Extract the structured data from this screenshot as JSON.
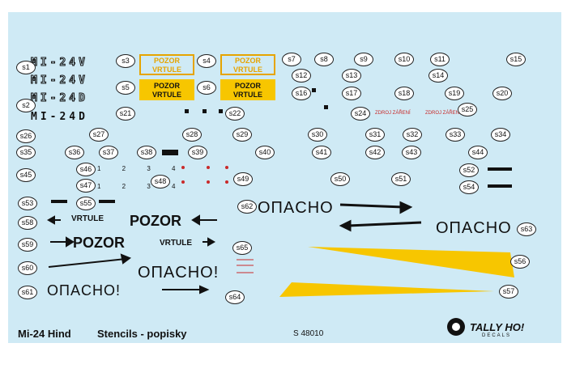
{
  "labels": [
    "s1",
    "s2",
    "s3",
    "s4",
    "s5",
    "s6",
    "s7",
    "s8",
    "s9",
    "s10",
    "s11",
    "s12",
    "s13",
    "s14",
    "s15",
    "s16",
    "s17",
    "s18",
    "s19",
    "s20",
    "s21",
    "s22",
    "s24",
    "s25",
    "s26",
    "s27",
    "s28",
    "s29",
    "s30",
    "s31",
    "s32",
    "s33",
    "s34",
    "s35",
    "s36",
    "s37",
    "s38",
    "s39",
    "s40",
    "s41",
    "s42",
    "s43",
    "s44",
    "s45",
    "s46",
    "s47",
    "s48",
    "s49",
    "s50",
    "s51",
    "s52",
    "s53",
    "s54",
    "s55",
    "s56",
    "s57",
    "s58",
    "s59",
    "s60",
    "s61",
    "s62",
    "s63",
    "s64",
    "s65"
  ],
  "mi_titles": [
    "MI-24V",
    "MI-24V",
    "MI-24D",
    "MI-24D"
  ],
  "pozor_top": "POZOR\nVRTULE",
  "zvp": [
    "ZDROJ ZÁŘENÍ",
    "ZDROJ ZÁŘENÍ"
  ],
  "nums": "1 2 3 4",
  "stencils": {
    "vrtule": "VRTULE",
    "pozor": "POZOR",
    "opacho_1": "OПACHO",
    "opacho_2": "OПACHO",
    "opacho_3": "OПACHO!",
    "opacho_4": "OПACHO!"
  },
  "footer": {
    "title": "Mi-24 Hind",
    "subtitle": "Stencils - popisky",
    "code": "S 48010",
    "brand": "TALLY HO!",
    "brand_sub": "DECALS"
  },
  "colors": {
    "sheet": "#cfeaf5",
    "yellow": "#f7c600",
    "red": "#c92a2a"
  }
}
